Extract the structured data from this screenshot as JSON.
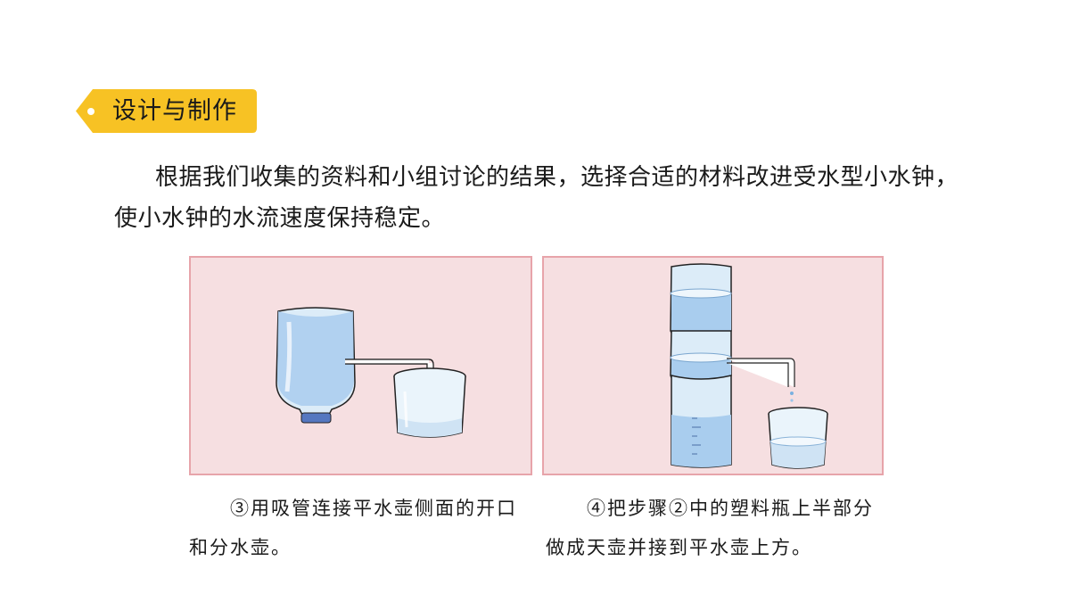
{
  "section": {
    "title": "设计与制作",
    "accent_color": "#f7c224"
  },
  "intro": {
    "text": "根据我们收集的资料和小组讨论的结果，选择合适的材料改进受水型小水钟，使小水钟的水流速度保持稳定。"
  },
  "figures": [
    {
      "caption": "③用吸管连接平水壶侧面的开口和分水壶。",
      "background_color": "#f6dfe1"
    },
    {
      "caption": "④把步骤②中的塑料瓶上半部分做成天壶并接到平水壶上方。",
      "background_color": "#f6dfe1"
    }
  ],
  "colors": {
    "water": "#9cc6ea",
    "bottle": "#dcecf8",
    "outline": "#222222",
    "cap": "#5577c0"
  }
}
